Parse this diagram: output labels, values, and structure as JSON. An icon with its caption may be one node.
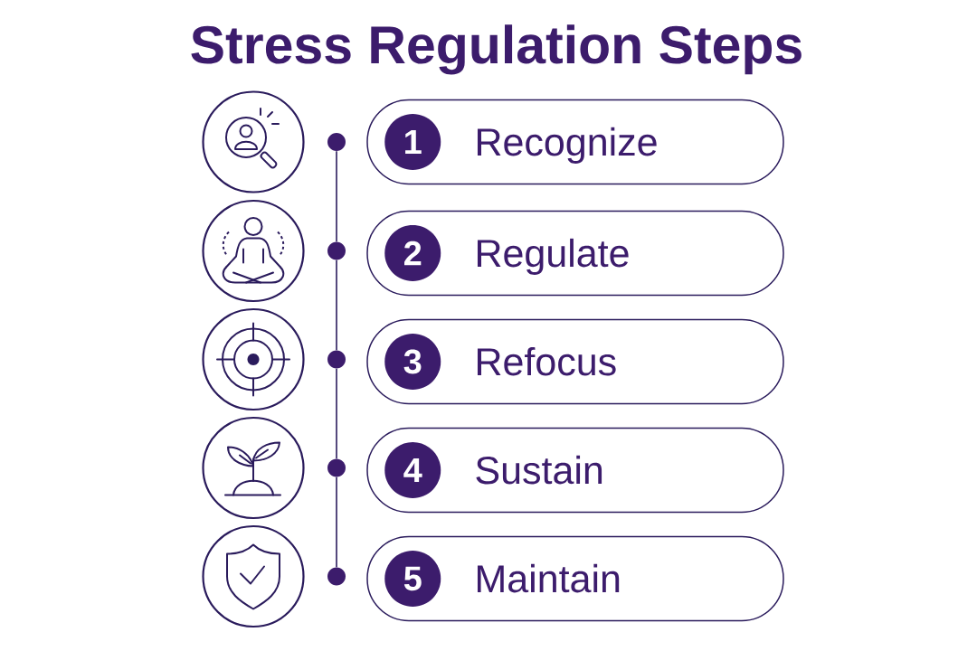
{
  "diagram": {
    "title": "Stress Regulation Steps",
    "nodes": [
      {
        "text": [],
        "shape": "circle"
      },
      {
        "text": [],
        "shape": "circle"
      },
      {
        "text": [
          "Recognize"
        ]
      },
      {
        "text": [
          "1"
        ],
        "in": 2
      },
      {
        "text": [],
        "shape": "circle"
      },
      {
        "text": [],
        "shape": "circle"
      },
      {
        "text": [
          "Regulate"
        ]
      },
      {
        "text": [
          "2"
        ],
        "in": 6
      },
      {
        "text": [],
        "shape": "circle"
      },
      {
        "text": [],
        "shape": "circle"
      },
      {
        "text": [
          "Refocus"
        ]
      },
      {
        "text": [
          "3"
        ],
        "in": 10
      },
      {
        "text": [],
        "shape": "circle"
      },
      {
        "text": [],
        "shape": "circle"
      },
      {
        "text": [
          "Sustain"
        ]
      },
      {
        "text": [
          "4"
        ],
        "in": 14
      },
      {
        "text": [],
        "shape": "circle"
      },
      {
        "text": [],
        "shape": "circle"
      },
      {
        "text": [
          "Maintain"
        ]
      },
      {
        "text": [
          "5"
        ],
        "in": 18
      }
    ],
    "edges": [
      {
        "from": 1,
        "to": 5,
        "arrow": "none"
      },
      {
        "from": 5,
        "to": 9,
        "arrow": "none"
      },
      {
        "from": 9,
        "to": 13,
        "arrow": "none"
      },
      {
        "from": 13,
        "to": 17,
        "arrow": "none"
      }
    ]
  }
}
